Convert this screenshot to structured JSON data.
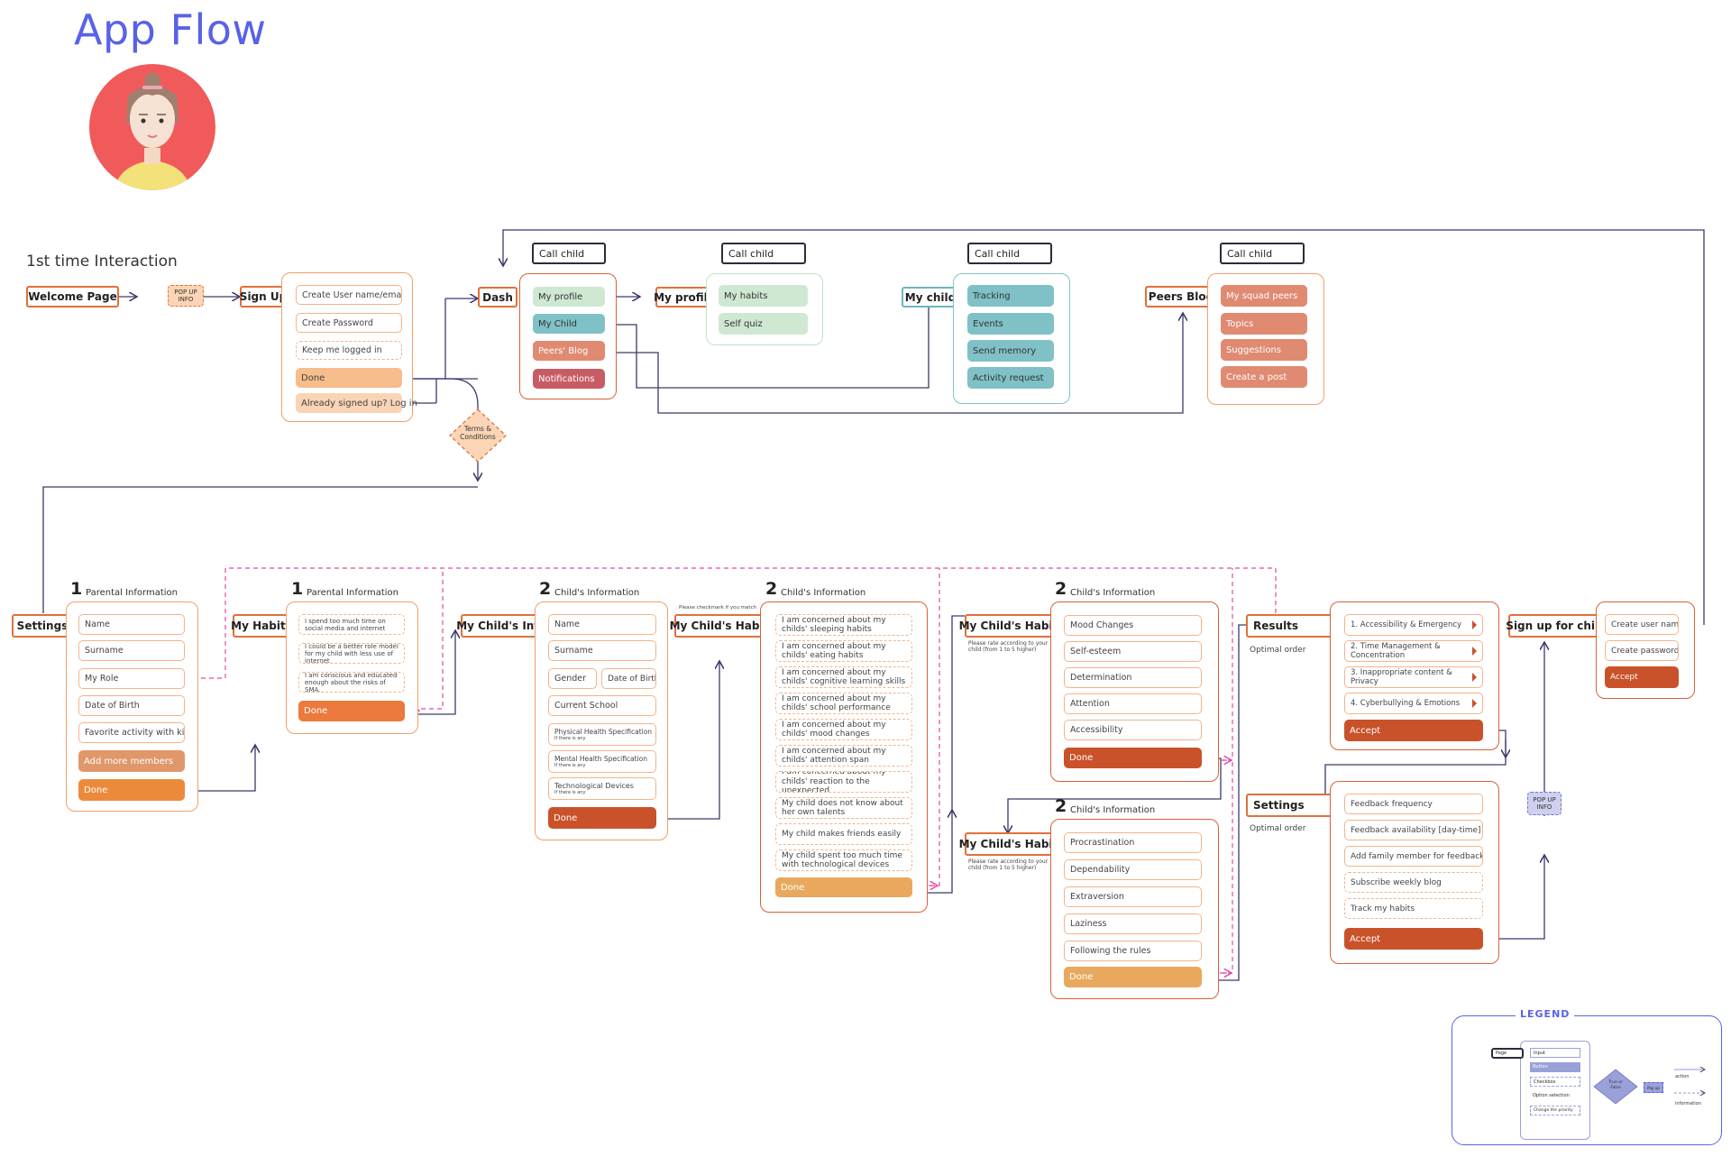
{
  "title": "App Flow",
  "section_title": "1st time Interaction",
  "colors": {
    "accent": "#5862e6",
    "orange": "#e0703a",
    "teal": "#7fc1c6",
    "green": "#cfe8d2",
    "salmon": "#e08a72",
    "rose": "#c85c64",
    "dark_orange": "#c9522a",
    "done_orange": "#ec8a3c",
    "light_orange": "#f7bd8b",
    "sand": "#e8a95e",
    "pink_dash": "#e24aa0",
    "line": "#3a3a6a"
  },
  "welcome": "Welcome Page",
  "popup_info": "POP UP INFO",
  "signup": {
    "title": "Sign Up",
    "fields": [
      "Create User name/email",
      "Create Password",
      "Keep me logged in"
    ],
    "done": "Done",
    "login": "Already signed up? Log in"
  },
  "terms": "Terms & Conditions",
  "dash": {
    "title": "Dash",
    "items": [
      "My profile",
      "My Child",
      "Peers' Blog",
      "Notifications"
    ]
  },
  "call_child": "Call child",
  "my_profile": {
    "title": "My profile",
    "items": [
      "My habits",
      "Self quiz"
    ]
  },
  "my_child": {
    "title": "My child",
    "items": [
      "Tracking",
      "Events",
      "Send memory",
      "Activity request"
    ]
  },
  "peers_blog": {
    "title": "Peers Blog",
    "items": [
      "My squad peers",
      "Topics",
      "Suggestions",
      "Create a post"
    ]
  },
  "settings1": {
    "title": "Settings",
    "num": "1",
    "label": "Parental Information",
    "fields": [
      "Name",
      "Surname",
      "My Role",
      "Date of Birth",
      "Favorite activity with kid"
    ],
    "add": "Add more members",
    "done": "Done"
  },
  "habits1": {
    "title": "My Habits",
    "num": "1",
    "label": "Parental Information",
    "fields": [
      "I spend too much time on social media and internet",
      "I could be a better role model for my child with less use of internet",
      "I am conscious and educated enough about the risks of SMA."
    ],
    "done": "Done"
  },
  "childinfo": {
    "title": "My Child's Info",
    "num": "2",
    "label": "Child's Information",
    "fields": [
      "Name",
      "Surname",
      "Gender",
      "Date of Birth",
      "Current School"
    ],
    "phys": "Physical Health Specification",
    "mental": "Mental Health Specification",
    "tech": "Technological Devices",
    "ifany": "If there is any",
    "done": "Done"
  },
  "childhabits1": {
    "title": "My Child's Habits",
    "num": "2",
    "label": "Child's Information",
    "note": "Please checkmark if you match",
    "fields": [
      "I am concerned about my childs' sleeping habits",
      "I am concerned about my childs' eating habits",
      "I am concerned about my childs' cognitive learning skills",
      "I am concerned about my childs' school performance",
      "I am concerned about my childs' mood changes",
      "I am concerned about my childs' attention span",
      "I am concerned about my childs' reaction to the unexpected",
      "My child does not know about her own talents",
      "My child makes friends easily",
      "My child spent too much time with technological devices"
    ],
    "done": "Done"
  },
  "childhabits2": {
    "title": "My Child's Habits",
    "num": "2",
    "label": "Child's Information",
    "note": "Please rate according to your child (from 1 to 5 higher)",
    "fields": [
      "Mood Changes",
      "Self-esteem",
      "Determination",
      "Attention",
      "Accessibility"
    ],
    "done": "Done"
  },
  "childhabits3": {
    "title": "My Child's Habits",
    "num": "2",
    "label": "Child's Information",
    "note": "Please rate according to your child (from 1 to 5 higher)",
    "fields": [
      "Procrastination",
      "Dependability",
      "Extraversion",
      "Laziness",
      "Following the rules"
    ],
    "done": "Done"
  },
  "results": {
    "title": "Results",
    "sub": "Optimal order",
    "items": [
      "1. Accessibility & Emergency",
      "2. Time Management & Concentration",
      "3. Inappropriate content & Privacy",
      "4. Cyberbullying & Emotions"
    ],
    "accept": "Accept"
  },
  "settings2": {
    "title": "Settings",
    "sub": "Optimal order",
    "items": [
      "Feedback frequency",
      "Feedback availability [day-time]",
      "Add family member for feedback",
      "Subscribe weekly blog",
      "Track my habits"
    ],
    "accept": "Accept"
  },
  "signup_child": {
    "title": "Sign up for child",
    "fields": [
      "Create user name",
      "Create password"
    ],
    "accept": "Accept"
  },
  "legend": {
    "title": "LEGEND",
    "page": "Page",
    "input": "Input",
    "button": "Button",
    "checkbox": "Checkbox",
    "option": "Option selection",
    "priority": "Change the priority",
    "tf": "True or False",
    "popup": "Pop up",
    "action": "action",
    "information": "information"
  }
}
